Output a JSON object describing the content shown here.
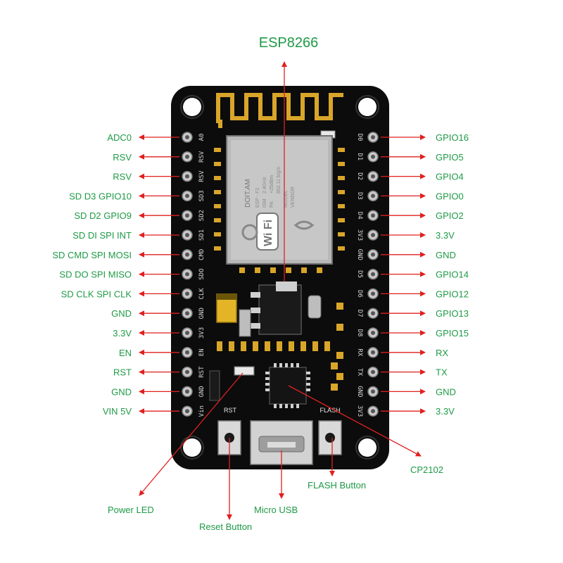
{
  "title": "ESP8266",
  "left_pins": [
    "ADC0",
    "RSV",
    "RSV",
    "SD D3 GPIO10",
    "SD D2 GPIO9",
    "SD DI SPI  INT",
    "SD CMD SPI MOSI",
    "SD DO SPI MISO",
    "SD CLK SPI CLK",
    "GND",
    "3.3V",
    "EN",
    "RST",
    "GND",
    "VIN 5V"
  ],
  "right_pins": [
    "GPIO16",
    "GPIO5",
    "GPIO4",
    "GPIO0",
    "GPIO2",
    "3.3V",
    "GND",
    "GPIO14",
    "GPIO12",
    "GPIO13",
    "GPIO15",
    "RX",
    "TX",
    "GND",
    "3.3V"
  ],
  "left_silk": [
    "A0",
    "RSV",
    "RSV",
    "SD3",
    "SD2",
    "SD1",
    "CMD",
    "SDO",
    "CLK",
    "GND",
    "3V3",
    "EN",
    "RST",
    "GND",
    "Vin"
  ],
  "right_silk": [
    "D0",
    "D1",
    "D2",
    "D3",
    "D4",
    "3V3",
    "GND",
    "D5",
    "D6",
    "D7",
    "D8",
    "RX",
    "TX",
    "GND",
    "3V3"
  ],
  "callouts": {
    "power_led": "Power LED",
    "reset_button": "Reset Button",
    "micro_usb": "Micro USB",
    "flash_button": "FLASH Button",
    "cp2102": "CP2102"
  },
  "board_labels": {
    "rst": "RST",
    "flash": "FLASH"
  },
  "module_text": {
    "brand": "DOIT.AM",
    "line1": "ESP - F2",
    "line2": "2.4GHz",
    "line3": "+25dBm",
    "line4": "802.11 b/g/n",
    "model": "MODEL",
    "vendor": "VENDOR",
    "ism": "ISM",
    "pa": "PA",
    "wifi": "Wi Fi"
  },
  "colors": {
    "label": "#1e9a46",
    "arrow": "#e02020",
    "board": "#0c0c0c",
    "gold": "#d9a62a"
  }
}
